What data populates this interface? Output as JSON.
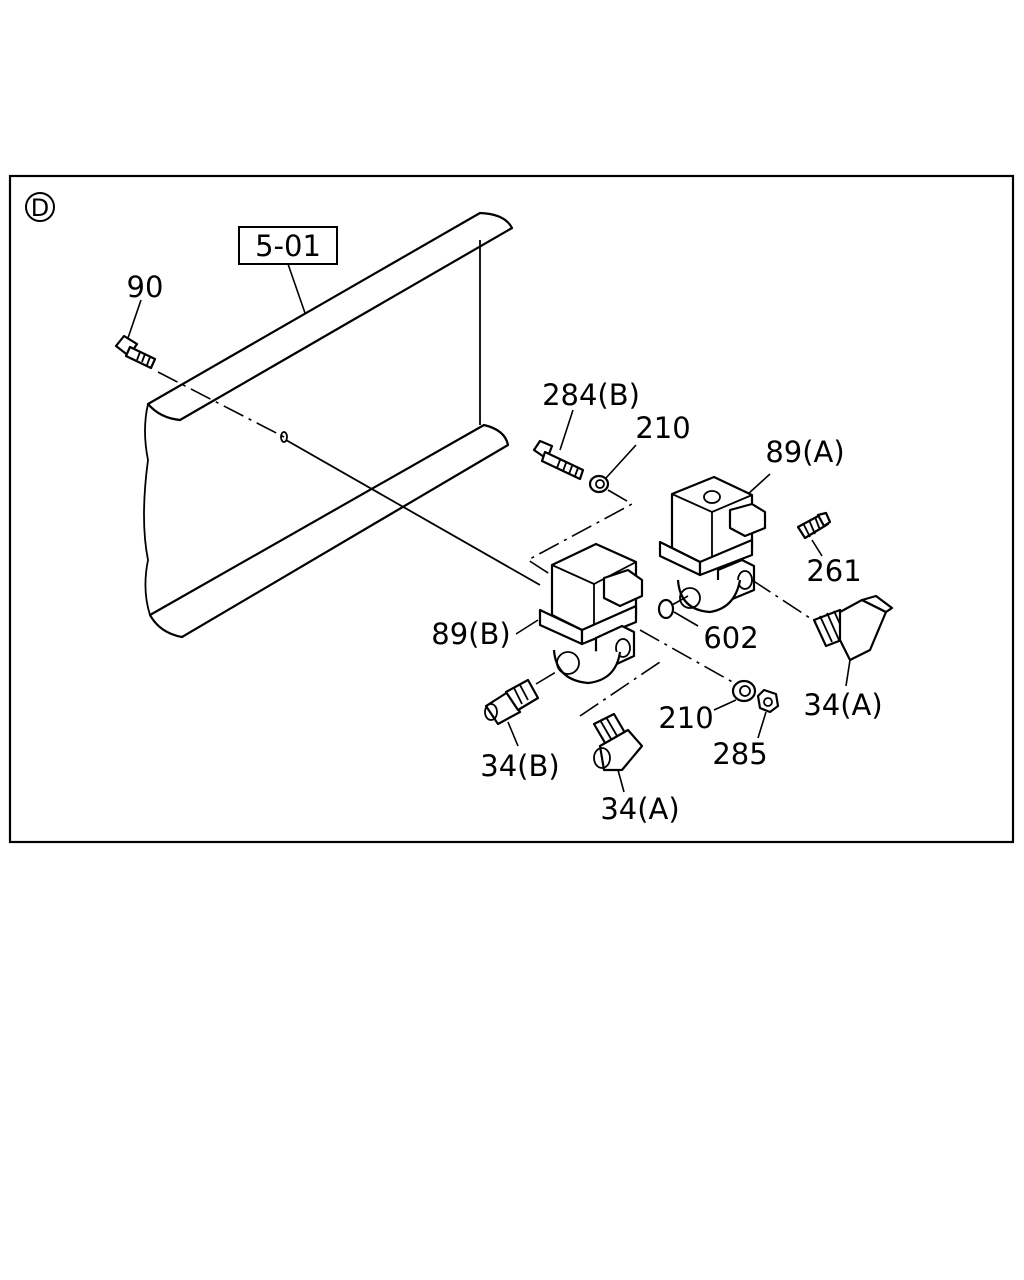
{
  "section_marker": "D",
  "reference_box": "5-01",
  "callouts": {
    "p90": "90",
    "p284b": "284(B)",
    "p210_top": "210",
    "p89a": "89(A)",
    "p261": "261",
    "p89b": "89(B)",
    "p602": "602",
    "p34a_right": "34(A)",
    "p210_bottom": "210",
    "p285": "285",
    "p34b": "34(B)",
    "p34a_bottom": "34(A)"
  }
}
